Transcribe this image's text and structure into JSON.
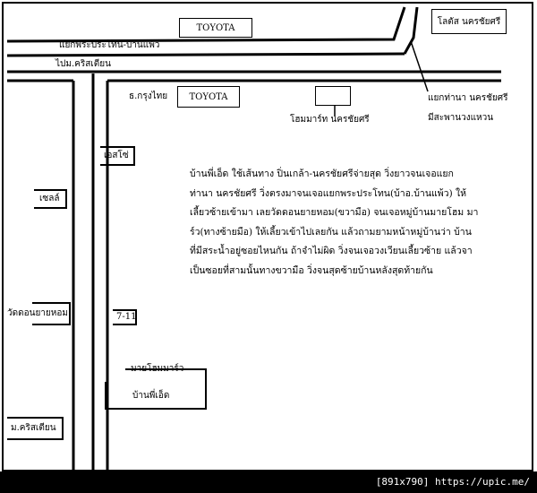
{
  "landmarks": {
    "toyota_top": "TOYOTA",
    "lotus": "โลตัส นครชัยศรี",
    "junction_prapathon": "แยกพระประโทน-บ้านแพ้ว",
    "to_christian_school": "ไปม.คริสเตียน",
    "krungthai_bank": "ธ.กรุงไทย",
    "toyota_mid": "TOYOTA",
    "homemart": "โฮมมาร์ท นครชัยศรี",
    "junction_thanakhon": "แยกท่านา นครชัยศรี",
    "overpass_note": "มีสะพานวงแหวน",
    "esso": "เอสโซ่",
    "seven_eleven": "7-11",
    "school_right": "เซลล์",
    "temple": "วัดดอนยายหอม",
    "christian_school": "ม.คริสเตียน",
    "homemart_sign": "มายโฮมมาร์ว",
    "house": "บ้านพี่เอ็ด"
  },
  "directions": [
    "บ้านพี่เอ็ด ใช้เส้นทาง ปิ่นเกล้า-นครชัยศรีจ่ายสุด วิ่งยาวจนเจอแยก",
    "ท่านา นครชัยศรี วิ่งตรงมาจนเจอแยกพระประโทน(บ้าอ.บ้านแพ้ว) ให้",
    "เลี้ยวซ้ายเข้ามา เลยวัดดอนยายหอม(ขวามือ) จนเจอหมู่บ้านมายโฮม มา",
    "ร์ว(ทางซ้ายมือ) ให้เลี้ยวเข้าไปเลยกัน แล้วถามยามหน้าหมู่บ้านว่า บ้าน",
    "ที่มีสระน้ำอยู่ซอยไหนกัน ถ้าจำไม่ผิด วิ่งจนเจอวงเวียนเลี้ยวซ้าย แล้วจา",
    "เป็นซอยที่สามนั้นทางขวามือ วิ่งจนสุดซ้ายบ้านหลังสุดท้ายกัน"
  ],
  "footer": "[891x790] https://upic.me/"
}
